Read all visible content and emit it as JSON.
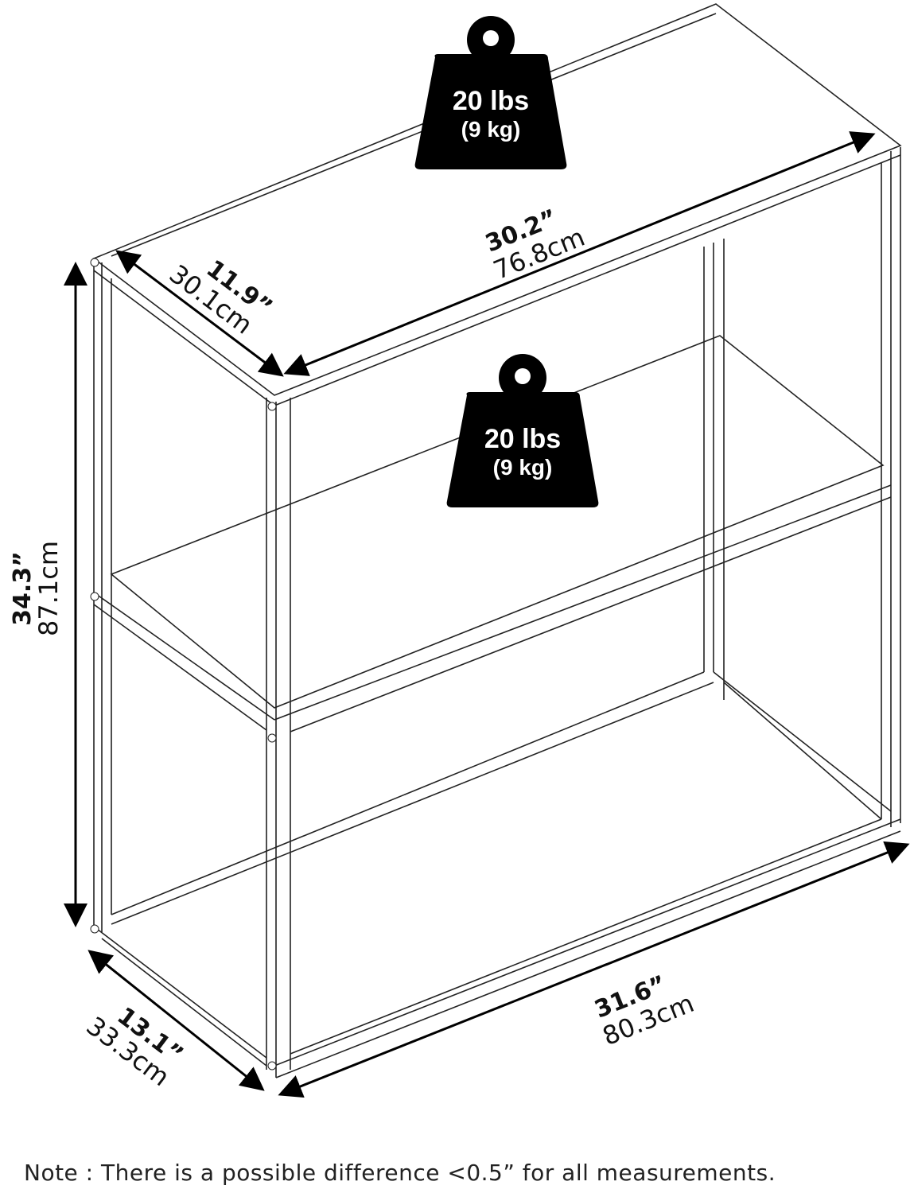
{
  "weights": [
    {
      "shelf": "top",
      "lbs": "20 lbs",
      "kg": "(9 kg)"
    },
    {
      "shelf": "middle",
      "lbs": "20 lbs",
      "kg": "(9 kg)"
    }
  ],
  "dimensions": {
    "top_depth": {
      "in": "11.9”",
      "cm": "30.1cm"
    },
    "top_width": {
      "in": "30.2”",
      "cm": "76.8cm"
    },
    "height": {
      "in": "34.3”",
      "cm": "87.1cm"
    },
    "base_depth": {
      "in": "13.1”",
      "cm": "33.3cm"
    },
    "base_width": {
      "in": "31.6”",
      "cm": "80.3cm"
    }
  },
  "note": "Note : There is a possible difference <0.5” for all measurements.",
  "colors": {
    "line": "#222222",
    "weight_fill": "#000000"
  }
}
